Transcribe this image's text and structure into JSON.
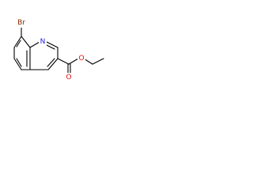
{
  "molecule": {
    "atoms": {
      "Br": {
        "text": "Br",
        "color": "#8b2500"
      },
      "N": {
        "text": "N",
        "color": "#1f1fdd"
      },
      "O_carbonyl": {
        "text": "O",
        "color": "#dd1111"
      },
      "O_ester": {
        "text": "O",
        "color": "#dd1111"
      }
    }
  }
}
